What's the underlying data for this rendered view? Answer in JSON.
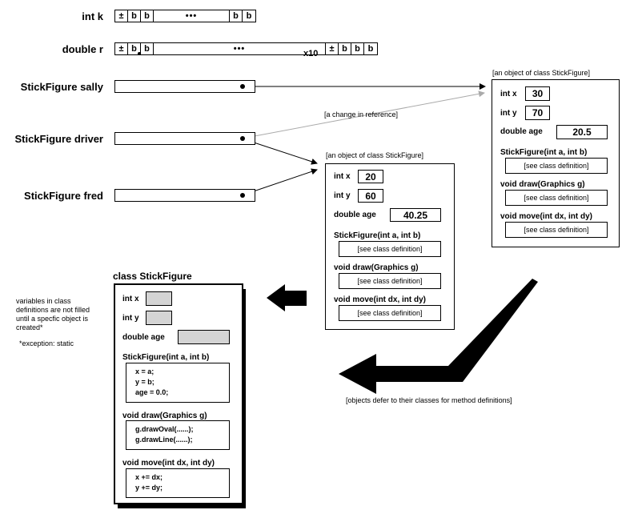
{
  "primitives": {
    "int_label": "int k",
    "int_bits": [
      "±",
      "b",
      "b",
      "•••",
      "b",
      "b"
    ],
    "double_label": "double r",
    "double_bits": [
      "±",
      "b",
      "b",
      "•••",
      "±",
      "b",
      "b",
      "b"
    ],
    "exponent_marker": "x10"
  },
  "references": [
    {
      "label": "StickFigure sally"
    },
    {
      "label": "StickFigure driver"
    },
    {
      "label": "StickFigure fred"
    }
  ],
  "annotations": {
    "change_in_reference": "[a change in reference]",
    "defer_note": "[objects defer to their classes for method definitions]",
    "side_note": "variables in class definitions are not filled until a specfic object is created*",
    "exception_note": "*exception: static"
  },
  "object_right": {
    "caption": "[an object of class StickFigure]",
    "x_label": "int x",
    "x_value": "30",
    "y_label": "int y",
    "y_value": "70",
    "age_label": "double age",
    "age_value": "20.5",
    "ctor_label": "StickFigure(int a, int b)",
    "draw_label": "void draw(Graphics g)",
    "move_label": "void move(int dx, int dy)",
    "see_def": "[see class definition]"
  },
  "object_middle": {
    "caption": "[an object of class StickFigure]",
    "x_label": "int x",
    "x_value": "20",
    "y_label": "int y",
    "y_value": "60",
    "age_label": "double age",
    "age_value": "40.25",
    "ctor_label": "StickFigure(int a, int b)",
    "draw_label": "void draw(Graphics g)",
    "move_label": "void move(int dx, int dy)",
    "see_def": "[see class definition]"
  },
  "class_def": {
    "title": "class StickFigure",
    "x_label": "int x",
    "y_label": "int y",
    "age_label": "double age",
    "ctor_label": "StickFigure(int a, int b)",
    "ctor_code": [
      "x = a;",
      "y = b;",
      "age = 0.0;"
    ],
    "draw_label": "void draw(Graphics g)",
    "draw_code": [
      "g.drawOval(......);",
      "g.drawLine(......);"
    ],
    "move_label": "void move(int dx, int dy)",
    "move_code": [
      "x += dx;",
      "y += dy;"
    ]
  }
}
